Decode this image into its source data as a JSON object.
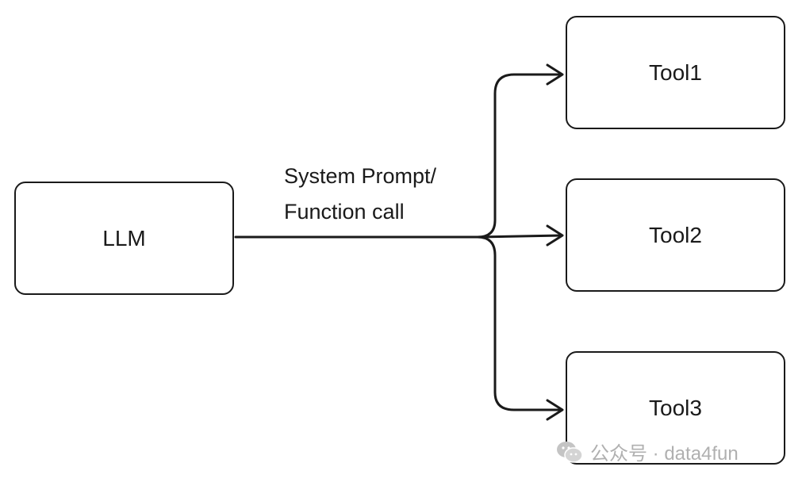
{
  "nodes": {
    "llm": "LLM",
    "tool1": "Tool1",
    "tool2": "Tool2",
    "tool3": "Tool3"
  },
  "edge_label": {
    "line1": "System Prompt/",
    "line2": "Function call"
  },
  "watermark": {
    "text": "公众号 · data4fun",
    "icon": "wechat-icon"
  },
  "colors": {
    "stroke": "#1a1a1a",
    "watermark": "#b0b0b0"
  }
}
